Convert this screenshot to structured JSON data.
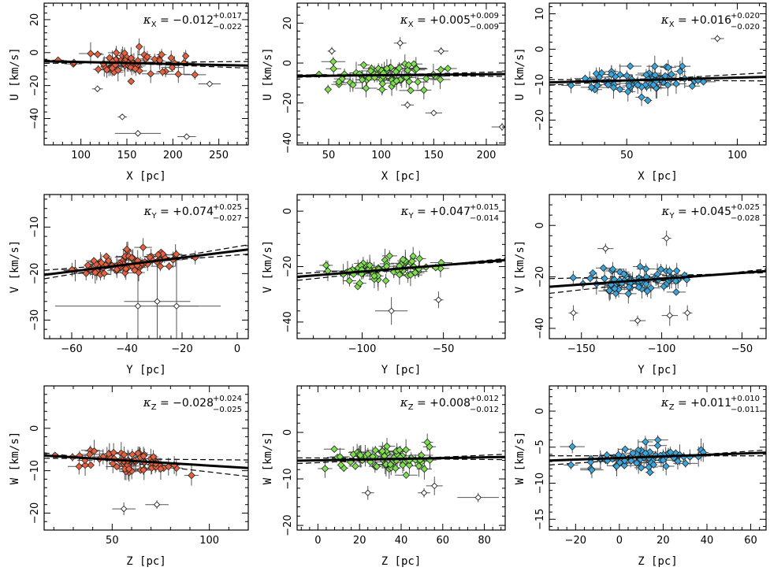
{
  "colors": {
    "red": "#e8613f",
    "green": "#7ee04e",
    "blue": "#3aa6dc",
    "open": "#ffffff",
    "err": "#555555"
  },
  "panels": [
    {
      "id": "ux-red",
      "row": 0,
      "col": 0,
      "color": "red",
      "xlim": [
        60,
        282
      ],
      "ylim": [
        -56,
        30
      ],
      "xticks": [
        100,
        150,
        200,
        250
      ],
      "yticks": [
        -40,
        -20,
        0,
        20
      ],
      "xlabel": "X [pc]",
      "ylabel": "U [km/s]",
      "kappa": {
        "sub": "X",
        "value": "−0.012",
        "plus": "+0.017",
        "minus": "−0.022"
      },
      "fit": {
        "m": -0.012,
        "b": -4.5
      },
      "band": [
        {
          "m": -0.022,
          "b": -3.2
        },
        {
          "m": 0.005,
          "b": -6.8
        }
      ],
      "open": [
        [
          118,
          -22,
          6,
          2
        ],
        [
          145,
          -39,
          5,
          1.5
        ],
        [
          162,
          -49,
          25,
          2
        ],
        [
          215,
          -51,
          10,
          1.5
        ],
        [
          240,
          -19,
          12,
          1.5
        ]
      ]
    },
    {
      "id": "ux-green",
      "row": 0,
      "col": 1,
      "color": "green",
      "xlim": [
        20,
        218
      ],
      "ylim": [
        -41,
        30
      ],
      "xticks": [
        50,
        100,
        150,
        200
      ],
      "yticks": [
        -40,
        -20,
        0,
        20
      ],
      "xlabel": "X [pc]",
      "ylabel": "U [km/s]",
      "kappa": {
        "sub": "X",
        "value": "+0.005",
        "plus": "+0.009",
        "minus": "−0.009"
      },
      "fit": {
        "m": 0.005,
        "b": -6.6
      },
      "band": [
        {
          "m": 0.014,
          "b": -7.4
        },
        {
          "m": -0.004,
          "b": -5.8
        }
      ],
      "open": [
        [
          53,
          6,
          4,
          2
        ],
        [
          118,
          10,
          6,
          3
        ],
        [
          125,
          -21,
          6,
          2
        ],
        [
          150,
          -25,
          8,
          1
        ],
        [
          157,
          6,
          7,
          2
        ],
        [
          215,
          -32,
          10,
          2
        ]
      ]
    },
    {
      "id": "ux-blue",
      "row": 0,
      "col": 2,
      "color": "blue",
      "xlim": [
        15,
        113
      ],
      "ylim": [
        -27,
        13
      ],
      "xticks": [
        50,
        100
      ],
      "yticks": [
        -20,
        -10,
        0,
        10
      ],
      "xlabel": "X [pc]",
      "ylabel": "U [km/s]",
      "kappa": {
        "sub": "X",
        "value": "+0.016",
        "plus": "+0.020",
        "minus": "−0.020"
      },
      "fit": {
        "m": 0.016,
        "b": -9.6
      },
      "band": [
        {
          "m": 0.036,
          "b": -10.7
        },
        {
          "m": -0.004,
          "b": -8.5
        }
      ],
      "open": [
        [
          91,
          3,
          3,
          1
        ]
      ]
    },
    {
      "id": "vy-red",
      "row": 1,
      "col": 0,
      "color": "red",
      "xlim": [
        -70,
        4
      ],
      "ylim": [
        -34,
        -3
      ],
      "xticks": [
        -60,
        -40,
        -20,
        0
      ],
      "yticks": [
        -30,
        -20,
        -10
      ],
      "xlabel": "Y [pc]",
      "ylabel": "V [km/s]",
      "kappa": {
        "sub": "Y",
        "value": "+0.074",
        "plus": "+0.025",
        "minus": "−0.027"
      },
      "fit": {
        "m": 0.074,
        "b": -15.1
      },
      "band": [
        {
          "m": 0.099,
          "b": -14.2
        },
        {
          "m": 0.047,
          "b": -16.0
        }
      ],
      "open": [
        [
          -36,
          -27,
          30,
          8
        ],
        [
          -29,
          -26,
          12,
          10
        ],
        [
          -22,
          -27,
          8,
          10
        ]
      ]
    },
    {
      "id": "vy-green",
      "row": 1,
      "col": 1,
      "color": "green",
      "xlim": [
        -140,
        -12
      ],
      "ylim": [
        -46,
        6
      ],
      "xticks": [
        -100,
        -50
      ],
      "yticks": [
        -40,
        -20,
        0
      ],
      "xlabel": "Y [pc]",
      "ylabel": "V [km/s]",
      "kappa": {
        "sub": "Y",
        "value": "+0.047",
        "plus": "+0.015",
        "minus": "−0.014"
      },
      "fit": {
        "m": 0.047,
        "b": -17.1
      },
      "band": [
        {
          "m": 0.062,
          "b": -16.3
        },
        {
          "m": 0.033,
          "b": -17.9
        }
      ],
      "open": [
        [
          -82,
          -36,
          10,
          5
        ],
        [
          -53,
          -32,
          3,
          3
        ]
      ]
    },
    {
      "id": "vy-blue",
      "row": 1,
      "col": 2,
      "color": "blue",
      "xlim": [
        -170,
        -35
      ],
      "ylim": [
        -44,
        12
      ],
      "xticks": [
        -150,
        -100,
        -50
      ],
      "yticks": [
        -40,
        -20,
        0
      ],
      "xlabel": "Y [pc]",
      "ylabel": "V [km/s]",
      "kappa": {
        "sub": "Y",
        "value": "+0.045",
        "plus": "+0.025",
        "minus": "−0.028"
      },
      "fit": {
        "m": 0.045,
        "b": -16.2
      },
      "band": [
        {
          "m": 0.07,
          "b": -14.5
        },
        {
          "m": 0.017,
          "b": -17.8
        }
      ],
      "open": [
        [
          -155,
          -34,
          3,
          3
        ],
        [
          -135,
          -9,
          5,
          2
        ],
        [
          -115,
          -37,
          5,
          2
        ],
        [
          -97,
          -5,
          3,
          3
        ],
        [
          -95,
          -35,
          5,
          4
        ],
        [
          -84,
          -34,
          3,
          3
        ]
      ]
    },
    {
      "id": "wz-red",
      "row": 2,
      "col": 0,
      "color": "red",
      "xlim": [
        15,
        120
      ],
      "ylim": [
        -24,
        10
      ],
      "xticks": [
        50,
        100
      ],
      "yticks": [
        -20,
        -10,
        0
      ],
      "xlabel": "Z [pc]",
      "ylabel": "W [km/s]",
      "kappa": {
        "sub": "Z",
        "value": "−0.028",
        "plus": "+0.024",
        "minus": "−0.025"
      },
      "fit": {
        "m": -0.028,
        "b": -6.0
      },
      "band": [
        {
          "m": -0.004,
          "b": -7.0
        },
        {
          "m": -0.053,
          "b": -5.0
        }
      ],
      "open": [
        [
          56,
          -19,
          6,
          1.5
        ],
        [
          73,
          -18,
          6,
          1
        ]
      ]
    },
    {
      "id": "wz-green",
      "row": 2,
      "col": 1,
      "color": "green",
      "xlim": [
        -10,
        90
      ],
      "ylim": [
        -21,
        10
      ],
      "xticks": [
        0,
        20,
        40,
        60,
        80
      ],
      "yticks": [
        -20,
        -10,
        0
      ],
      "xlabel": "Z [pc]",
      "ylabel": "W [km/s]",
      "kappa": {
        "sub": "Z",
        "value": "+0.008",
        "plus": "+0.012",
        "minus": "−0.012"
      },
      "fit": {
        "m": 0.008,
        "b": -6.0
      },
      "band": [
        {
          "m": 0.02,
          "b": -6.5
        },
        {
          "m": -0.004,
          "b": -5.5
        }
      ],
      "open": [
        [
          24,
          -13,
          3,
          1.5
        ],
        [
          51,
          -13,
          3,
          1
        ],
        [
          56,
          -11.5,
          4,
          2
        ],
        [
          77,
          -14,
          10,
          1
        ]
      ]
    },
    {
      "id": "wz-blue",
      "row": 2,
      "col": 2,
      "color": "blue",
      "xlim": [
        -32,
        67
      ],
      "ylim": [
        -16.5,
        3.5
      ],
      "xticks": [
        -20,
        0,
        20,
        40,
        60
      ],
      "yticks": [
        -15,
        -10,
        -5,
        0
      ],
      "xlabel": "Z [pc]",
      "ylabel": "W [km/s]",
      "kappa": {
        "sub": "Z",
        "value": "+0.011",
        "plus": "+0.010",
        "minus": "−0.011"
      },
      "fit": {
        "m": 0.011,
        "b": -6.5
      },
      "band": [
        {
          "m": 0.021,
          "b": -6.8
        },
        {
          "m": 0.0,
          "b": -6.2
        }
      ],
      "open": []
    }
  ]
}
